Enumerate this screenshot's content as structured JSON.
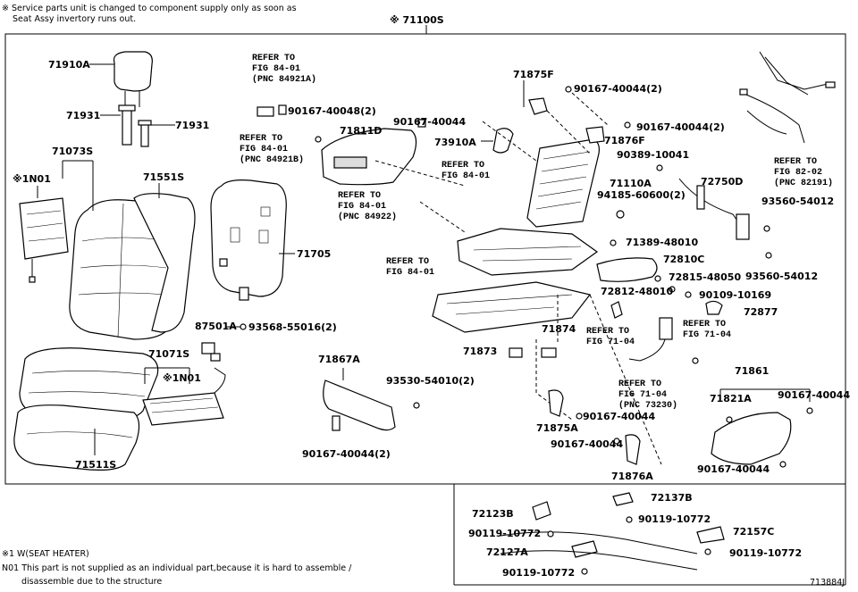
{
  "notes": {
    "top_line1": "※ Service parts unit is changed to component supply only as soon as",
    "top_line2": "Seat Assy invertory runs out.",
    "assembly_label": "※ 71100S",
    "footnote1": "※1 W(SEAT HEATER)",
    "footnote2_line1": "N01 This part is not supplied as an individual part,because it is hard to assemble /",
    "footnote2_line2": "disassemble due to the structure",
    "illustration_id": "713884J"
  },
  "labels": [
    {
      "id": "p71910A",
      "text": "71910A"
    },
    {
      "id": "p71931a",
      "text": "71931"
    },
    {
      "id": "p71931b",
      "text": "71931"
    },
    {
      "id": "p71073S",
      "text": "71073S"
    },
    {
      "id": "p1N01a",
      "text": "※1N01"
    },
    {
      "id": "p71551S",
      "text": "71551S"
    },
    {
      "id": "p71705",
      "text": "71705"
    },
    {
      "id": "p87501A",
      "text": "87501A"
    },
    {
      "id": "p93568",
      "text": "93568-55016(2)"
    },
    {
      "id": "p71071S",
      "text": "71071S"
    },
    {
      "id": "p1N01b",
      "text": "※1N01"
    },
    {
      "id": "p71511S",
      "text": "71511S"
    },
    {
      "id": "p71867A",
      "text": "71867A"
    },
    {
      "id": "p93530",
      "text": "93530-54010(2)"
    },
    {
      "id": "p90167a",
      "text": "90167-40044(2)"
    },
    {
      "id": "p90167b",
      "text": "90167-40048(2)"
    },
    {
      "id": "p90167c",
      "text": "90167-40044"
    },
    {
      "id": "p71811D",
      "text": "71811D"
    },
    {
      "id": "p73910A",
      "text": "73910A"
    },
    {
      "id": "p71875F",
      "text": "71875F"
    },
    {
      "id": "p90167d",
      "text": "90167-40044(2)"
    },
    {
      "id": "p90167e",
      "text": "90167-40044(2)"
    },
    {
      "id": "p71876F",
      "text": "71876F"
    },
    {
      "id": "p90389",
      "text": "90389-10041"
    },
    {
      "id": "p71110A",
      "text": "71110A"
    },
    {
      "id": "p94185",
      "text": "94185-60600(2)"
    },
    {
      "id": "p72750D",
      "text": "72750D"
    },
    {
      "id": "p93560a",
      "text": "93560-54012"
    },
    {
      "id": "p93560b",
      "text": "93560-54012"
    },
    {
      "id": "p71389",
      "text": "71389-48010"
    },
    {
      "id": "p72810C",
      "text": "72810C"
    },
    {
      "id": "p72815",
      "text": "72815-48050"
    },
    {
      "id": "p72812",
      "text": "72812-48010"
    },
    {
      "id": "p90109",
      "text": "90109-10169"
    },
    {
      "id": "p72877",
      "text": "72877"
    },
    {
      "id": "p71874",
      "text": "71874"
    },
    {
      "id": "p71873",
      "text": "71873"
    },
    {
      "id": "p71861",
      "text": "71861"
    },
    {
      "id": "p71821A",
      "text": "71821A"
    },
    {
      "id": "p90167f",
      "text": "90167-40044"
    },
    {
      "id": "p90167g",
      "text": "90167-40044"
    },
    {
      "id": "p90167h",
      "text": "90167-40044"
    },
    {
      "id": "p90167i",
      "text": "90167-40044"
    },
    {
      "id": "p71875A",
      "text": "71875A"
    },
    {
      "id": "p71876A",
      "text": "71876A"
    },
    {
      "id": "p72123B",
      "text": "72123B"
    },
    {
      "id": "p72137B",
      "text": "72137B"
    },
    {
      "id": "p90119a",
      "text": "90119-10772"
    },
    {
      "id": "p90119b",
      "text": "90119-10772"
    },
    {
      "id": "p72127A",
      "text": "72127A"
    },
    {
      "id": "p72157C",
      "text": "72157C"
    },
    {
      "id": "p90119c",
      "text": "90119-10772"
    },
    {
      "id": "p90119d",
      "text": "90119-10772"
    }
  ],
  "refs": [
    {
      "id": "r1",
      "text": "REFER TO\nFIG 84-01\n(PNC 84921A)"
    },
    {
      "id": "r2",
      "text": "REFER TO\nFIG 84-01\n(PNC 84921B)"
    },
    {
      "id": "r3",
      "text": "REFER TO\nFIG 84-01"
    },
    {
      "id": "r4",
      "text": "REFER TO\nFIG 84-01\n(PNC 84922)"
    },
    {
      "id": "r5",
      "text": "REFER TO\nFIG 84-01"
    },
    {
      "id": "r6",
      "text": "REFER TO\nFIG 82-02\n(PNC 82191)"
    },
    {
      "id": "r7",
      "text": "REFER TO\nFIG 71-04"
    },
    {
      "id": "r8",
      "text": "REFER TO\nFIG 71-04"
    },
    {
      "id": "r9",
      "text": "REFER TO\nFIG 71-04\n(PNC 73230)"
    }
  ]
}
